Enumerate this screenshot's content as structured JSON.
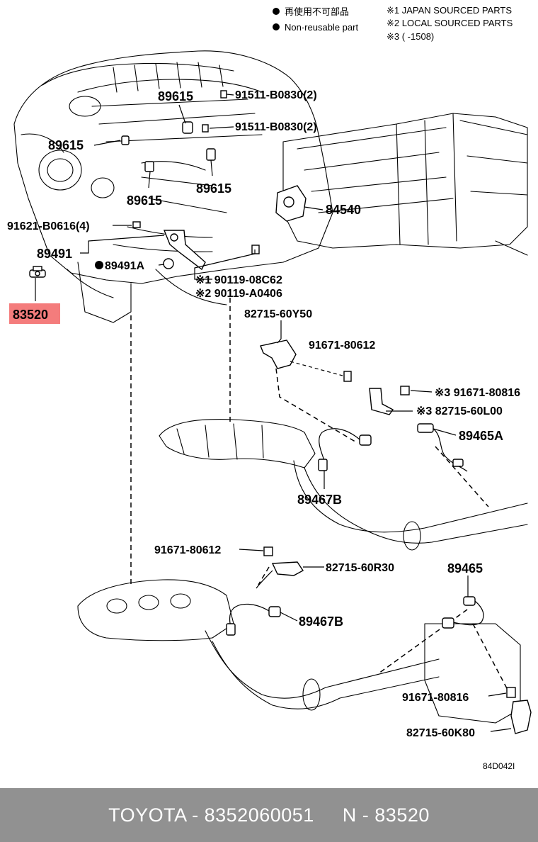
{
  "legend": {
    "jp_text": "再使用不可部品",
    "en_text": "Non-reusable part",
    "notes": [
      "※1 JAPAN SOURCED PARTS",
      "※2 LOCAL SOURCED PARTS",
      "※3 (        -1508)"
    ]
  },
  "labels": {
    "p89615_a": "89615",
    "p89615_b": "89615",
    "p89615_c": "89615",
    "p89615_d": "89615",
    "p91511_a": "91511-B0830(2)",
    "p91511_b": "91511-B0830(2)",
    "p84540": "84540",
    "p91621": "91621-B0616(4)",
    "p89491": "89491",
    "p89491a": "89491A",
    "p90119_a": "※1 90119-08C62",
    "p90119_b": "※2 90119-A0406",
    "p83520": "83520",
    "p82715_y50": "82715-60Y50",
    "p91671_a": "91671-80612",
    "p91671_b": "※3 91671-80816",
    "p82715_l00": "※3 82715-60L00",
    "p89465a": "89465A",
    "p89467b_a": "89467B",
    "p91671_c": "91671-80612",
    "p82715_r30": "82715-60R30",
    "p89465": "89465",
    "p89467b_b": "89467B",
    "p91671_d": "91671-80816",
    "p82715_k80": "82715-60K80",
    "diagram_code": "84D042I"
  },
  "highlight_color": "#f47c7c",
  "footer": {
    "text": "TOYOTA - 8352060051     N - 83520"
  }
}
